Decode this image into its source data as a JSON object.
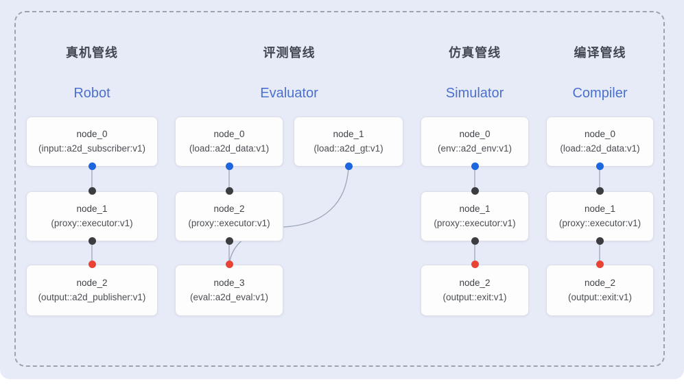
{
  "diagram": {
    "pipelines": [
      {
        "title_zh": "真机管线",
        "title_en": "Robot",
        "nodes": [
          {
            "name": "node_0",
            "impl": "(input::a2d_subscriber:v1)"
          },
          {
            "name": "node_1",
            "impl": "(proxy::executor:v1)"
          },
          {
            "name": "node_2",
            "impl": "(output::a2d_publisher:v1)"
          }
        ]
      },
      {
        "title_zh": "评测管线",
        "title_en": "Evaluator",
        "nodes": [
          {
            "name": "node_0",
            "impl": "(load::a2d_data:v1)"
          },
          {
            "name": "node_1",
            "impl": "(load::a2d_gt:v1)"
          },
          {
            "name": "node_2",
            "impl": "(proxy::executor:v1)"
          },
          {
            "name": "node_3",
            "impl": "(eval::a2d_eval:v1)"
          }
        ]
      },
      {
        "title_zh": "仿真管线",
        "title_en": "Simulator",
        "nodes": [
          {
            "name": "node_0",
            "impl": "(env::a2d_env:v1)"
          },
          {
            "name": "node_1",
            "impl": "(proxy::executor:v1)"
          },
          {
            "name": "node_2",
            "impl": "(output::exit:v1)"
          }
        ]
      },
      {
        "title_zh": "编译管线",
        "title_en": "Compiler",
        "nodes": [
          {
            "name": "node_0",
            "impl": "(load::a2d_data:v1)"
          },
          {
            "name": "node_1",
            "impl": "(proxy::executor:v1)"
          },
          {
            "name": "node_2",
            "impl": "(output::exit:v1)"
          }
        ]
      }
    ],
    "colors": {
      "panel_bg": "#e7ebf8",
      "dashed_border": "#9ca3af",
      "card_bg": "#fdfdfe",
      "card_border": "#dcdfe6",
      "title_zh_color": "#41464f",
      "title_en_blue": "#4b70cc",
      "port_input_blue": "#1d66e0",
      "port_mid_dark": "#3b3d40",
      "port_output_red": "#e94335",
      "edge_line": "#9aa5b8"
    }
  }
}
